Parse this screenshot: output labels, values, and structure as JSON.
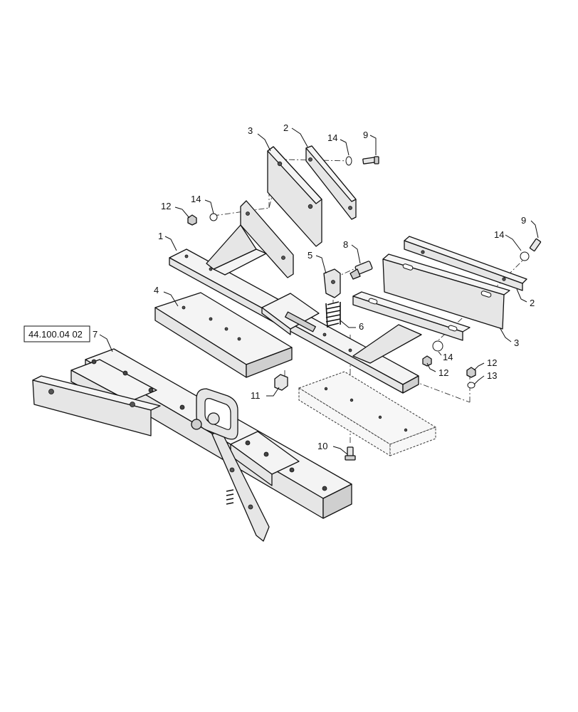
{
  "reference": {
    "label": "44.100.04 02",
    "callout": "7"
  },
  "callouts": {
    "c1": "1",
    "c2_top": "2",
    "c2_right": "2",
    "c3_top": "3",
    "c3_right": "3",
    "c4": "4",
    "c5": "5",
    "c6": "6",
    "c8": "8",
    "c9_top": "9",
    "c9_right": "9",
    "c10": "10",
    "c11": "11",
    "c12_left": "12",
    "c12_mid": "12",
    "c12_right": "12",
    "c13": "13",
    "c14_top": "14",
    "c14_left": "14",
    "c14_right": "14",
    "c14_mid": "14"
  }
}
